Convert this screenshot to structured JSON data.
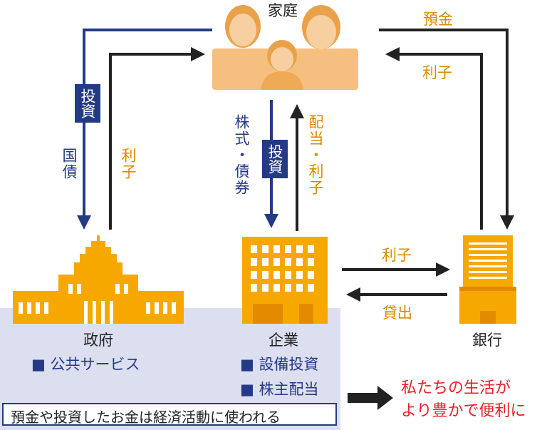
{
  "nodes": {
    "household": "家庭",
    "government": "政府",
    "company": "企業",
    "bank": "銀行"
  },
  "flows": {
    "deposit": "預金",
    "interest_bank_to_household": "利子",
    "investment_gov": "投資",
    "government_bonds": "国債",
    "interest_gov_to_household": "利子",
    "investment_company": "投資",
    "stocks_bonds": "株式・債券",
    "dividend_interest": "配当・利子",
    "interest_company_to_bank": "利子",
    "loan": "貸出"
  },
  "uses": {
    "government": "■ 公共サービス",
    "company_1": "■ 設備投資",
    "company_2": "■ 株主配当"
  },
  "caption": "預金や投資したお金は経済活動に使われる",
  "conclusion_line1": "私たちの生活が",
  "conclusion_line2": "より豊かで便利に",
  "colors": {
    "navy": "#243a84",
    "orange": "#d98a00",
    "building": "#f7a800",
    "person": "#f5bf7f",
    "panel": "#dcdff0",
    "conclusion": "#e8202a"
  }
}
